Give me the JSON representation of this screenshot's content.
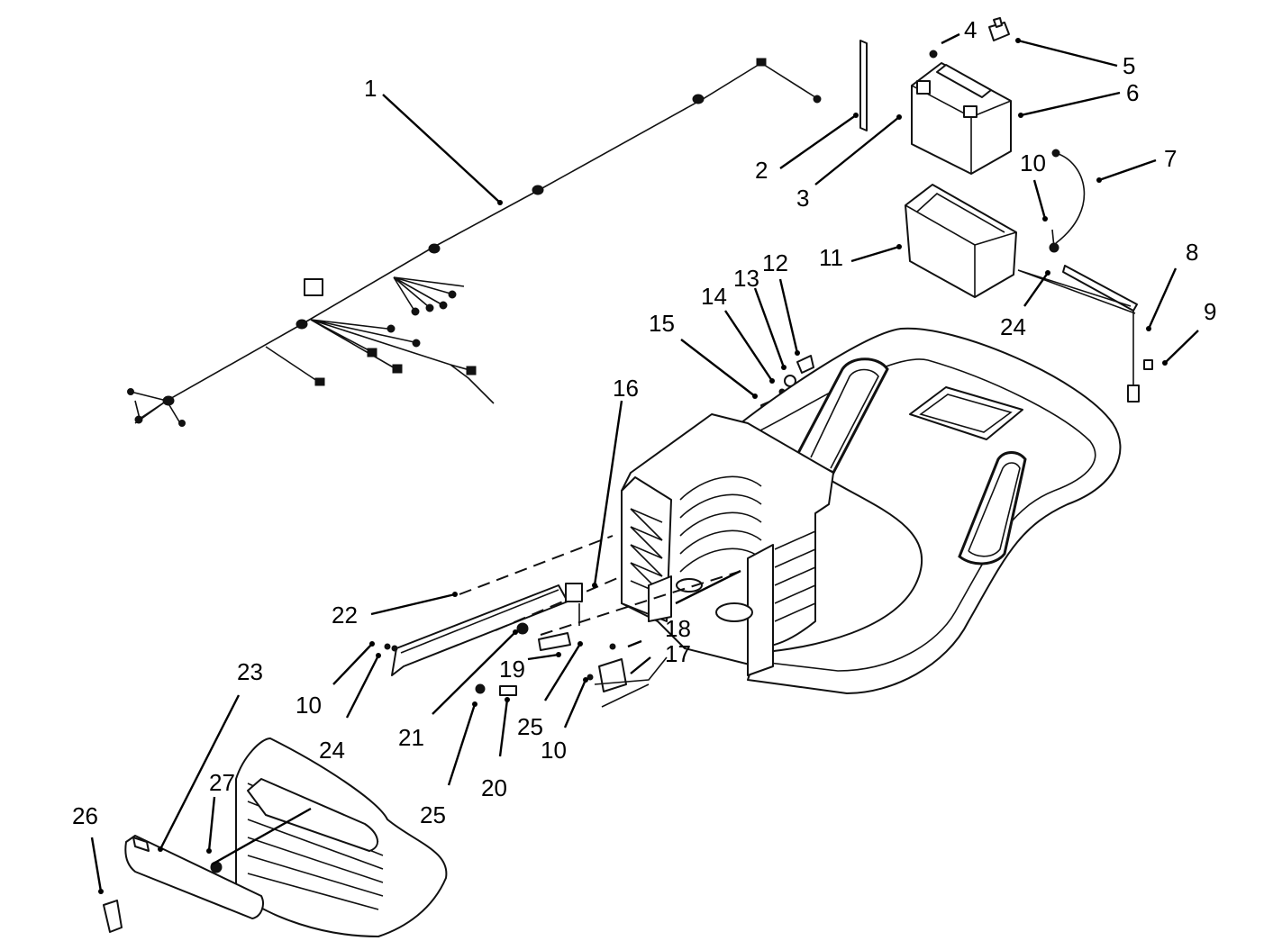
{
  "diagram": {
    "callouts": [
      {
        "id": "c1",
        "label": "1"
      },
      {
        "id": "c2",
        "label": "2"
      },
      {
        "id": "c3",
        "label": "3"
      },
      {
        "id": "c4",
        "label": "4"
      },
      {
        "id": "c5",
        "label": "5"
      },
      {
        "id": "c6",
        "label": "6"
      },
      {
        "id": "c7",
        "label": "7"
      },
      {
        "id": "c10a",
        "label": "10"
      },
      {
        "id": "c8",
        "label": "8"
      },
      {
        "id": "c9",
        "label": "9"
      },
      {
        "id": "c11",
        "label": "11"
      },
      {
        "id": "c24a",
        "label": "24"
      },
      {
        "id": "c12",
        "label": "12"
      },
      {
        "id": "c13",
        "label": "13"
      },
      {
        "id": "c14",
        "label": "14"
      },
      {
        "id": "c15",
        "label": "15"
      },
      {
        "id": "c16",
        "label": "16"
      },
      {
        "id": "c22",
        "label": "22"
      },
      {
        "id": "c18",
        "label": "18"
      },
      {
        "id": "c17",
        "label": "17"
      },
      {
        "id": "c19",
        "label": "19"
      },
      {
        "id": "c10b",
        "label": "10"
      },
      {
        "id": "c24b",
        "label": "24"
      },
      {
        "id": "c21",
        "label": "21"
      },
      {
        "id": "c25a",
        "label": "25"
      },
      {
        "id": "c10c",
        "label": "10"
      },
      {
        "id": "c20",
        "label": "20"
      },
      {
        "id": "c25b",
        "label": "25"
      },
      {
        "id": "c23",
        "label": "23"
      },
      {
        "id": "c27",
        "label": "27"
      },
      {
        "id": "c26",
        "label": "26"
      }
    ]
  }
}
